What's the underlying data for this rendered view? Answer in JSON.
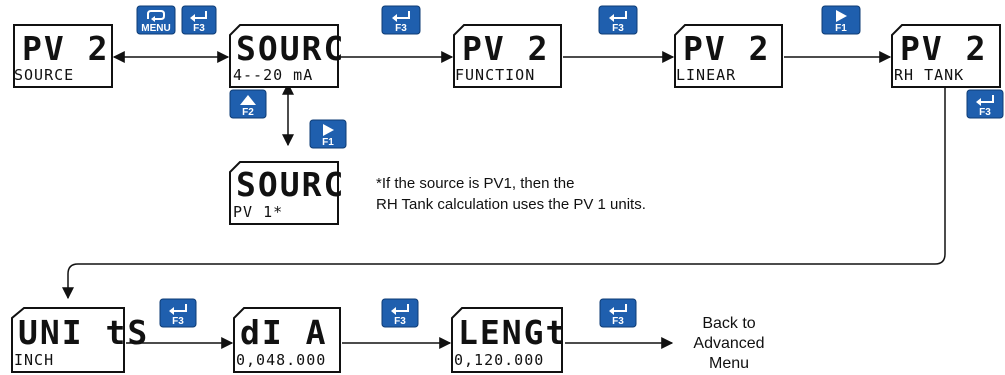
{
  "displays": [
    {
      "id": "pv2-source",
      "top": "PV 2",
      "bottom": "SOURCE"
    },
    {
      "id": "sourc-4-20",
      "top": "SOURC",
      "bottom": "4--20 mA"
    },
    {
      "id": "pv2-function",
      "top": "PV 2",
      "bottom": "FUNCTION"
    },
    {
      "id": "pv2-linear",
      "top": "PV 2",
      "bottom": "LINEAR"
    },
    {
      "id": "pv2-rh-tank",
      "top": "PV 2",
      "bottom": "RH TANK"
    },
    {
      "id": "sourc-pv1",
      "top": "SOURC",
      "bottom": "PV 1*"
    },
    {
      "id": "units-inch",
      "top": "UNI tS",
      "bottom": "INCH"
    },
    {
      "id": "dia",
      "top": "dI A",
      "bottom": "0,048.000"
    },
    {
      "id": "length",
      "top": "LENGt",
      "bottom": "0,120.000"
    }
  ],
  "keys": {
    "menu": "MENU",
    "f1": "F1",
    "f2": "F2",
    "f3": "F3"
  },
  "note": {
    "line1": "*If the source is PV1, then the",
    "line2": "RH Tank calculation uses the PV 1 units."
  },
  "back": {
    "line1": "Back to",
    "line2": "Advanced",
    "line3": "Menu"
  },
  "colors": {
    "key_blue": "#1f5fae",
    "line": "#111111"
  }
}
